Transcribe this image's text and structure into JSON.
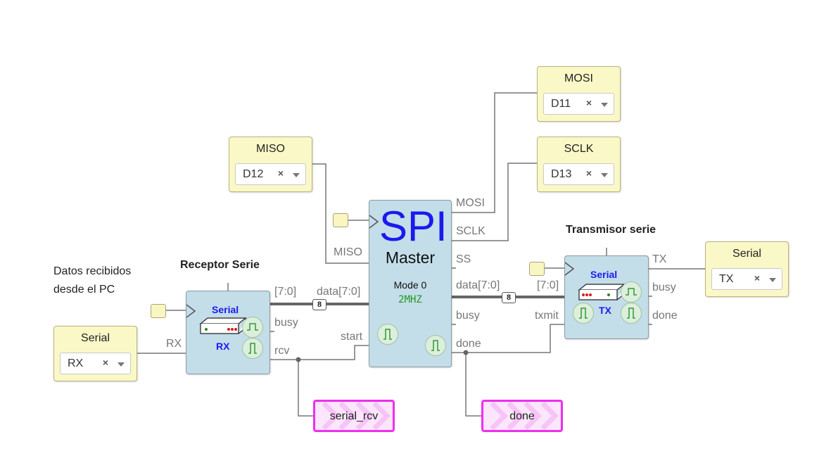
{
  "note": {
    "line1": "Datos recibidos",
    "line2": "desde el PC"
  },
  "inputs": {
    "miso": {
      "title": "MISO",
      "value": "D12"
    },
    "mosi": {
      "title": "MOSI",
      "value": "D11"
    },
    "sclk": {
      "title": "SCLK",
      "value": "D13"
    },
    "serial_rx": {
      "title": "Serial",
      "value": "RX"
    },
    "serial_tx": {
      "title": "Serial",
      "value": "TX"
    },
    "clear_symbol": "×"
  },
  "spi": {
    "title": "SPI",
    "subtitle": "Master",
    "mode": "Mode 0",
    "freq": "2MHZ",
    "ports": {
      "mosi": "MOSI",
      "sclk": "SCLK",
      "ss": "SS",
      "miso": "MISO",
      "data": "data[7:0]",
      "busy": "busy",
      "start": "start",
      "done": "done"
    }
  },
  "rx": {
    "heading": "Receptor Serie",
    "label": "Serial",
    "sub": "RX",
    "ports": {
      "data": "[7:0]",
      "busy": "busy",
      "rcv": "rcv",
      "rx": "RX"
    }
  },
  "tx": {
    "heading": "Transmisor serie",
    "label": "Serial",
    "sub": "TX",
    "ports": {
      "data": "[7:0]",
      "tx": "TX",
      "busy": "busy",
      "done": "done",
      "txmit": "txmit"
    }
  },
  "outputs": {
    "serial_rcv": "serial_rcv",
    "done": "done"
  },
  "bus_width": "8",
  "colors": {
    "module": "#c3dde9",
    "io": "#fbf8c7",
    "wire": "#777777",
    "output_border": "#ee2fee",
    "spi_title": "#1a1aee",
    "freq": "#229922"
  }
}
